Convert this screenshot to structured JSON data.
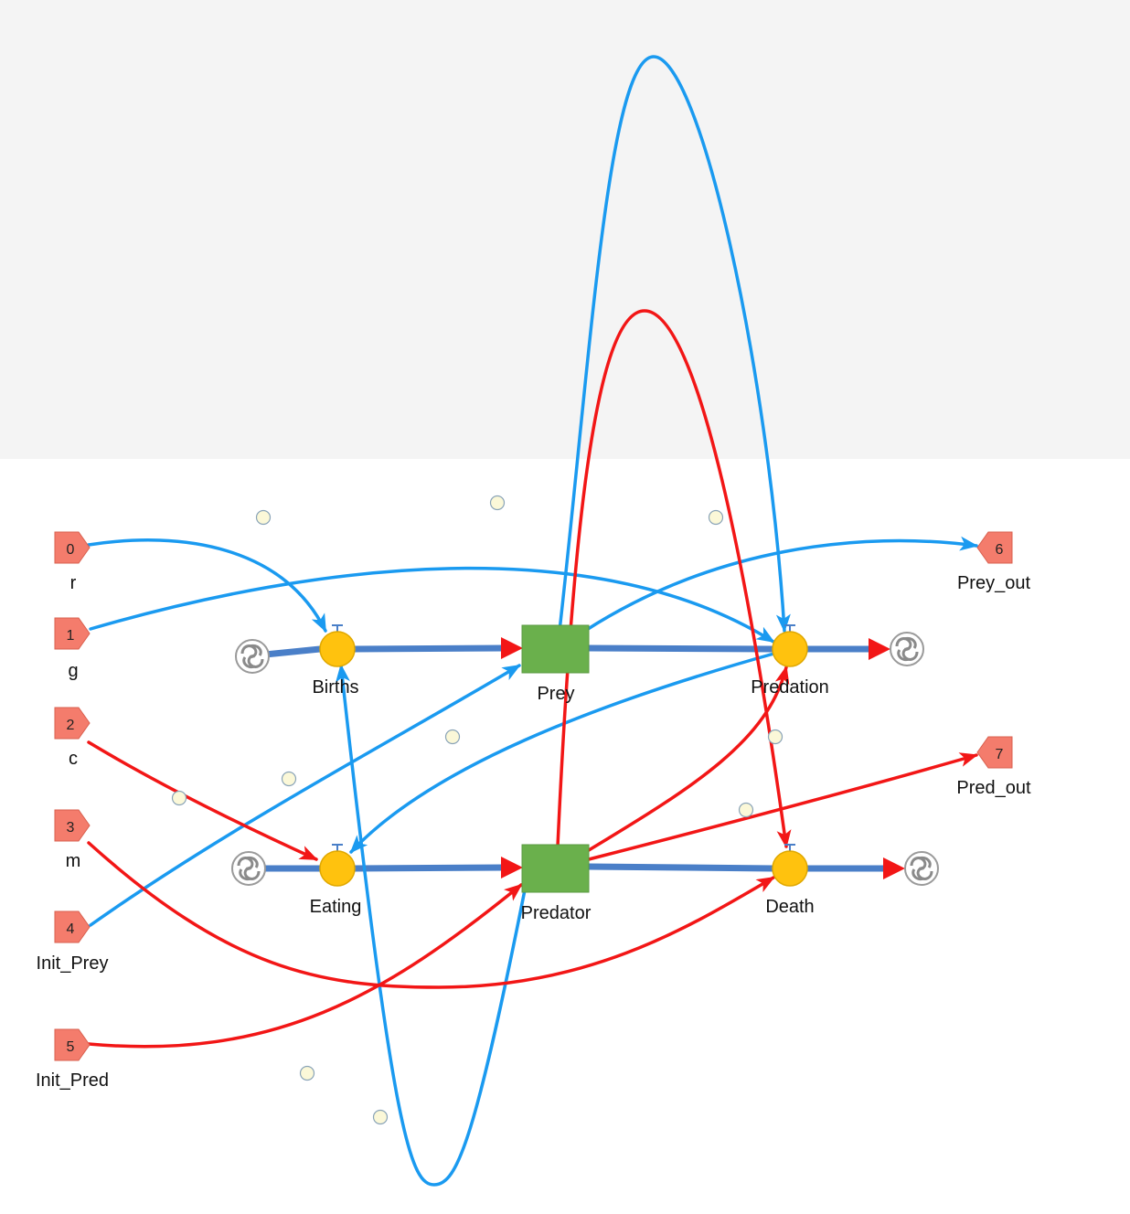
{
  "colors": {
    "info_link": "#1a9af0",
    "flow_link": "#f21616",
    "flow_pipe": "#4a7fc8",
    "stock": "#6ab04c",
    "valve": "#ffc20e",
    "port": "#f47c6c",
    "background_top": "#f4f4f4",
    "background_bottom": "#ffffff"
  },
  "input_ports": [
    {
      "number": "0",
      "name": "r"
    },
    {
      "number": "1",
      "name": "g"
    },
    {
      "number": "2",
      "name": "c"
    },
    {
      "number": "3",
      "name": "m"
    },
    {
      "number": "4",
      "name": "Init_Prey"
    },
    {
      "number": "5",
      "name": "Init_Pred"
    }
  ],
  "output_ports": [
    {
      "number": "6",
      "name": "Prey_out"
    },
    {
      "number": "7",
      "name": "Pred_out"
    }
  ],
  "stocks": [
    {
      "name": "Prey"
    },
    {
      "name": "Predator"
    }
  ],
  "flows": [
    {
      "name": "Births"
    },
    {
      "name": "Predation"
    },
    {
      "name": "Eating"
    },
    {
      "name": "Death"
    }
  ]
}
